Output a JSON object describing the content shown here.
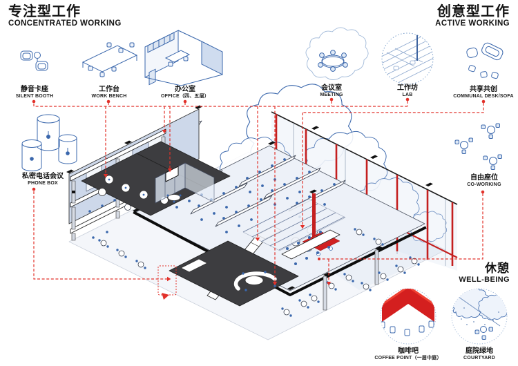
{
  "sections": {
    "concentrated": {
      "title_zh": "专注型工作",
      "title_en": "CONCENTRATED WORKING"
    },
    "active": {
      "title_zh": "创意型工作",
      "title_en": "ACTIVE WORKING"
    },
    "wellbeing": {
      "title_zh": "休憩",
      "title_en": "WELL-BEING"
    }
  },
  "items": {
    "silent_booth": {
      "zh": "静音卡座",
      "en": "SILENT BOOTH",
      "icon": "silent-booth-icon"
    },
    "work_bench": {
      "zh": "工作台",
      "en": "WORK BENCH",
      "icon": "work-bench-icon"
    },
    "office": {
      "zh": "办公室",
      "en": "OFFICE（四、五层）",
      "icon": "office-icon"
    },
    "phone_box": {
      "zh": "私密电话会议",
      "en": "PHONE BOX",
      "icon": "phone-box-icon"
    },
    "meeting": {
      "zh": "会议室",
      "en": "MEETING",
      "icon": "meeting-icon"
    },
    "lab": {
      "zh": "工作坊",
      "en": "LAB",
      "icon": "lab-icon"
    },
    "communal": {
      "zh": "共享共创",
      "en": "COMMUNAL DESK/SOFA",
      "icon": "communal-sofa-icon"
    },
    "co_working": {
      "zh": "自由座位",
      "en": "CO-WORKING",
      "icon": "co-working-icon"
    },
    "coffee_point": {
      "zh": "咖啡吧",
      "en": "COFFEE POINT（一层中庭）",
      "icon": "coffee-point-icon"
    },
    "courtyard": {
      "zh": "庭院绿地",
      "en": "COURTYARD",
      "icon": "courtyard-icon"
    }
  },
  "colors": {
    "line_blue": "#3a67ac",
    "light_blue": "#9db5d8",
    "accent_red": "#c41f1f",
    "connector_red": "#e2312a",
    "dark_floor": "#3d3d40",
    "wall_fill": "#cdd8ea",
    "black": "#0d0d0d"
  }
}
